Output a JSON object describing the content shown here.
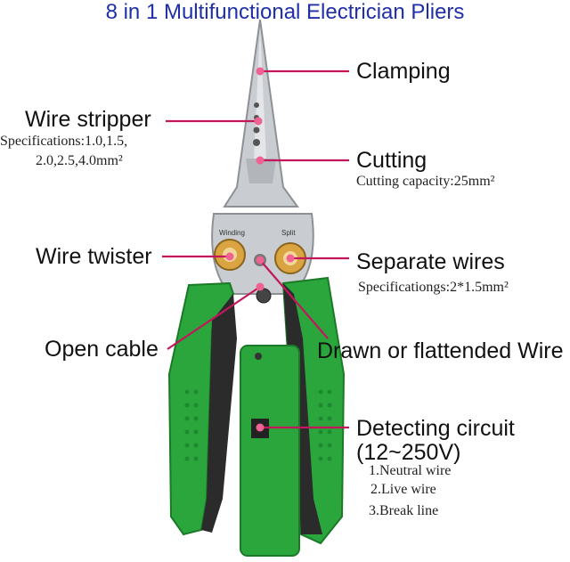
{
  "title": "8 in 1 Multifunctional Electrician Pliers",
  "colors": {
    "title": "#1f2fa8",
    "pointer": "#c2185b",
    "handle_green": "#2aa63c",
    "handle_dark": "#2b2b2b",
    "steel": "#c9ccd0",
    "brass": "#d9a441"
  },
  "tool_marks": {
    "left_hole": "Winding",
    "right_hole": "Split"
  },
  "labels": {
    "clamping": "Clamping",
    "wire_stripper": "Wire stripper",
    "wire_stripper_spec_1": "Specifications:1.0,1.5,",
    "wire_stripper_spec_2": "2.0,2.5,4.0mm²",
    "cutting": "Cutting",
    "cutting_spec": "Cutting capacity:25mm²",
    "wire_twister": "Wire twister",
    "separate_wires": "Separate wires",
    "separate_spec": "Specificationgs:2*1.5mm²",
    "open_cable": "Open cable",
    "drawn_flattened": "Drawn or flattended Wire",
    "detecting_1": "Detecting  circuit",
    "detecting_2": "(12~250V)",
    "detect_item_1": "1.Neutral wire",
    "detect_item_2": "2.Live wire",
    "detect_item_3": "3.Break line"
  }
}
